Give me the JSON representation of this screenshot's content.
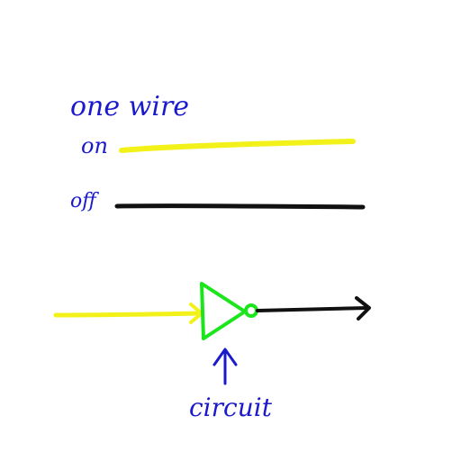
{
  "labels": {
    "heading": "one wire",
    "on": "on",
    "off": "off",
    "circuit": "circuit"
  },
  "colors": {
    "background": "#ffffff",
    "ink_blue": "#1a1acc",
    "wire_on": "#f2f21a",
    "wire_off": "#111111",
    "gate": "#1be61b"
  },
  "legend": {
    "items": [
      {
        "label_key": "on",
        "state": "on"
      },
      {
        "label_key": "off",
        "state": "off"
      }
    ]
  },
  "circuit": {
    "gate_type": "not-gate",
    "input_state": "on",
    "output_state": "off"
  }
}
